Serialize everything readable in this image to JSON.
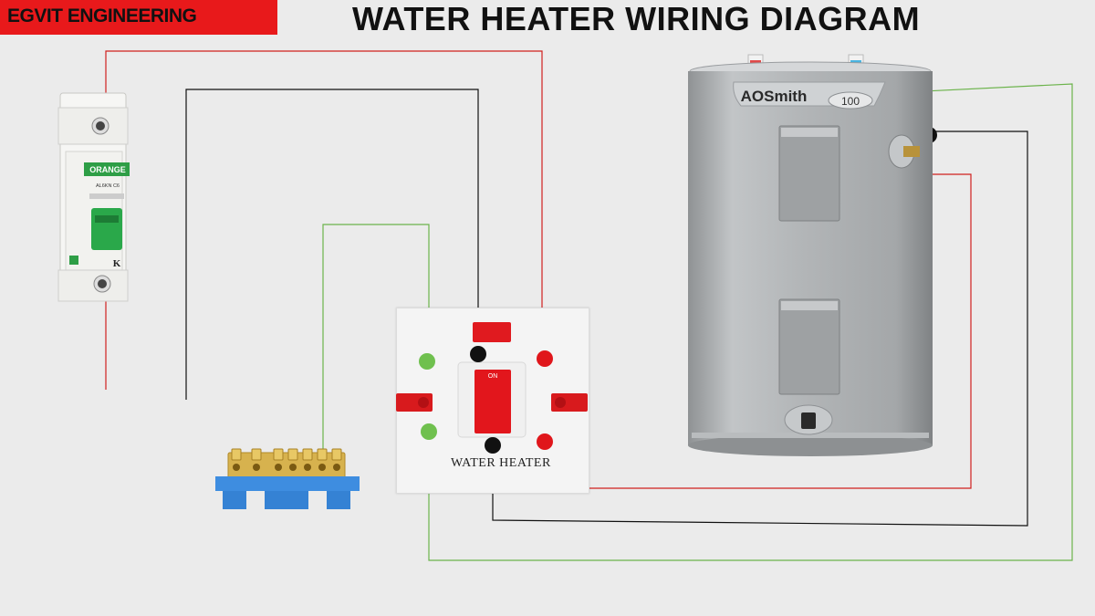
{
  "brand": {
    "name": "EGVIT ENGINEERING",
    "color": "#e8191b"
  },
  "title": "WATER HEATER WIRING DIAGRAM",
  "breaker": {
    "brand": "ORANGE",
    "rating": "AL6KN C6",
    "class": "K"
  },
  "switch_plate": {
    "label": "WATER HEATER",
    "toggle_text": "ON"
  },
  "heater": {
    "brand": "AOSmith",
    "model": "100"
  },
  "wire_colors": {
    "live": "#d0201e",
    "neutral": "#111111",
    "earth": "#6bb34b"
  }
}
